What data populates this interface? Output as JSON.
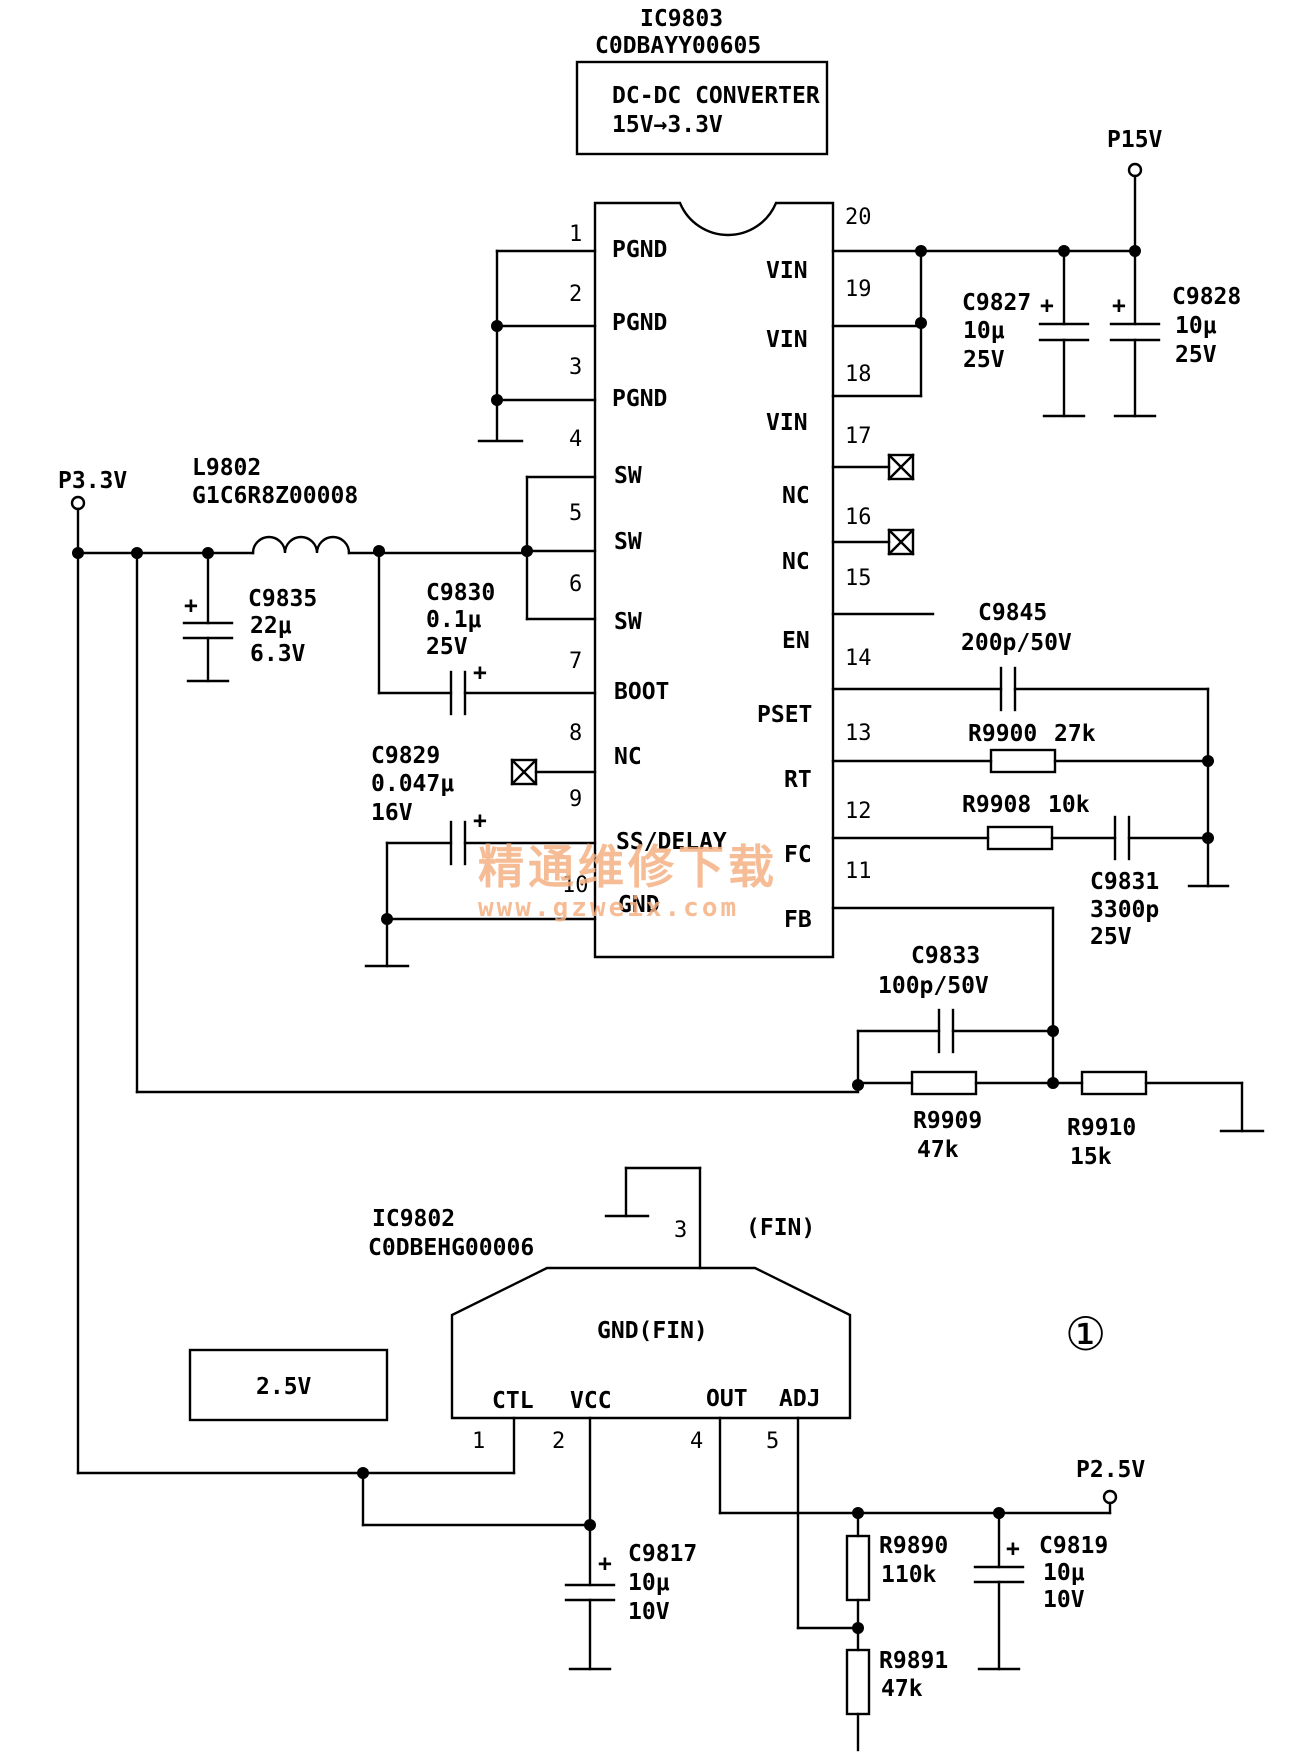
{
  "ic9803": {
    "ref": "IC9803",
    "part": "C0DBAYY00605",
    "box_line1": "DC-DC CONVERTER",
    "box_line2": "15V→3.3V",
    "left_pins": [
      {
        "num": "1",
        "name": "PGND"
      },
      {
        "num": "2",
        "name": "PGND"
      },
      {
        "num": "3",
        "name": "PGND"
      },
      {
        "num": "4",
        "name": "SW"
      },
      {
        "num": "5",
        "name": "SW"
      },
      {
        "num": "6",
        "name": "SW"
      },
      {
        "num": "7",
        "name": "BOOT"
      },
      {
        "num": "8",
        "name": "NC"
      },
      {
        "num": "9",
        "name": "SS/DELAY"
      },
      {
        "num": "10",
        "name": "GND"
      }
    ],
    "right_pins": [
      {
        "num": "20",
        "name": "VIN"
      },
      {
        "num": "19",
        "name": "VIN"
      },
      {
        "num": "18",
        "name": "VIN"
      },
      {
        "num": "17",
        "name": "NC"
      },
      {
        "num": "16",
        "name": "NC"
      },
      {
        "num": "15",
        "name": "EN"
      },
      {
        "num": "14",
        "name": "PSET"
      },
      {
        "num": "13",
        "name": "RT"
      },
      {
        "num": "12",
        "name": "FC"
      },
      {
        "num": "11",
        "name": "FB"
      }
    ]
  },
  "ports": {
    "p15v": "P15V",
    "p33v": "P3.3V",
    "p25v": "P2.5V"
  },
  "components": {
    "c9827": {
      "ref": "C9827",
      "v1": "10μ",
      "v2": "25V"
    },
    "c9828": {
      "ref": "C9828",
      "v1": "10μ",
      "v2": "25V"
    },
    "l9802": {
      "ref": "L9802",
      "v1": "G1C6R8Z00008"
    },
    "c9835": {
      "ref": "C9835",
      "v1": "22μ",
      "v2": "6.3V"
    },
    "c9830": {
      "ref": "C9830",
      "v1": "0.1μ",
      "v2": "25V"
    },
    "c9829": {
      "ref": "C9829",
      "v1": "0.047μ",
      "v2": "16V"
    },
    "c9845": {
      "ref": "C9845",
      "v1": "200p/50V"
    },
    "r9900": {
      "ref": "R9900",
      "v1": "27k"
    },
    "r9908": {
      "ref": "R9908",
      "v1": "10k"
    },
    "c9831": {
      "ref": "C9831",
      "v1": "3300p",
      "v2": "25V"
    },
    "c9833": {
      "ref": "C9833",
      "v1": "100p/50V"
    },
    "r9909": {
      "ref": "R9909",
      "v1": "47k"
    },
    "r9910": {
      "ref": "R9910",
      "v1": "15k"
    },
    "c9817": {
      "ref": "C9817",
      "v1": "10μ",
      "v2": "10V"
    },
    "r9890": {
      "ref": "R9890",
      "v1": "110k"
    },
    "r9891": {
      "ref": "R9891",
      "v1": "47k"
    },
    "c9819": {
      "ref": "C9819",
      "v1": "10μ",
      "v2": "10V"
    }
  },
  "ic9802": {
    "ref": "IC9802",
    "part": "C0DBEHG00006",
    "fin_label": "GND(FIN)",
    "pin3_num": "3",
    "pin3_label": "(FIN)",
    "pins": [
      {
        "num": "1",
        "name": "CTL"
      },
      {
        "num": "2",
        "name": "VCC"
      },
      {
        "num": "4",
        "name": "OUT"
      },
      {
        "num": "5",
        "name": "ADJ"
      }
    ]
  },
  "voltage_box": "2.5V",
  "figure_mark": "①",
  "plus": "+",
  "watermark": {
    "cn": "精通维修下载",
    "url": "www.gzweix.com"
  }
}
